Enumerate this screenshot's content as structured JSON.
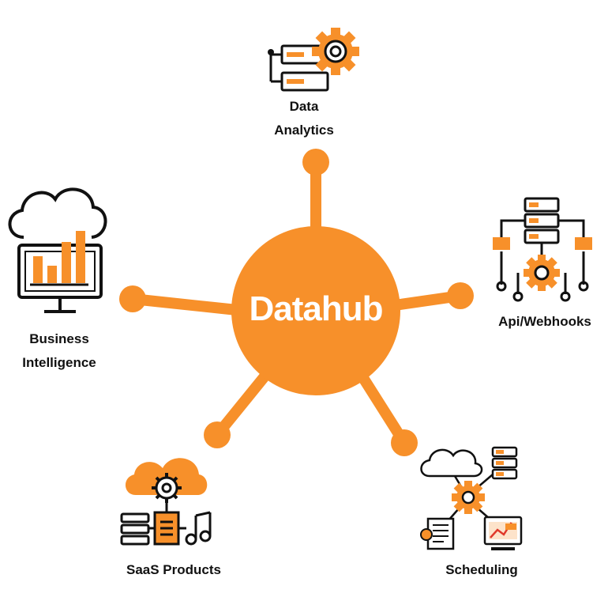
{
  "hub": {
    "label": "Datahub"
  },
  "nodes": [
    {
      "id": "data-analytics",
      "lines": [
        "Data",
        "Analytics"
      ]
    },
    {
      "id": "business-intelligence",
      "lines": [
        "Business",
        "Intelligence"
      ]
    },
    {
      "id": "api-webhooks",
      "lines": [
        "Api/Webhooks"
      ]
    },
    {
      "id": "saas-products",
      "lines": [
        "SaaS Products"
      ]
    },
    {
      "id": "scheduling",
      "lines": [
        "Scheduling"
      ]
    }
  ],
  "colors": {
    "accent": "#F7902A",
    "ink": "#111111",
    "background": "#FFFFFF"
  },
  "icons": {
    "data-analytics": "server-gear-icon",
    "business-intelligence": "cloud-monitor-chart-icon",
    "api-webhooks": "server-network-gear-icon",
    "saas-products": "cloud-gear-services-icon",
    "scheduling": "cloud-server-document-gear-icon"
  }
}
